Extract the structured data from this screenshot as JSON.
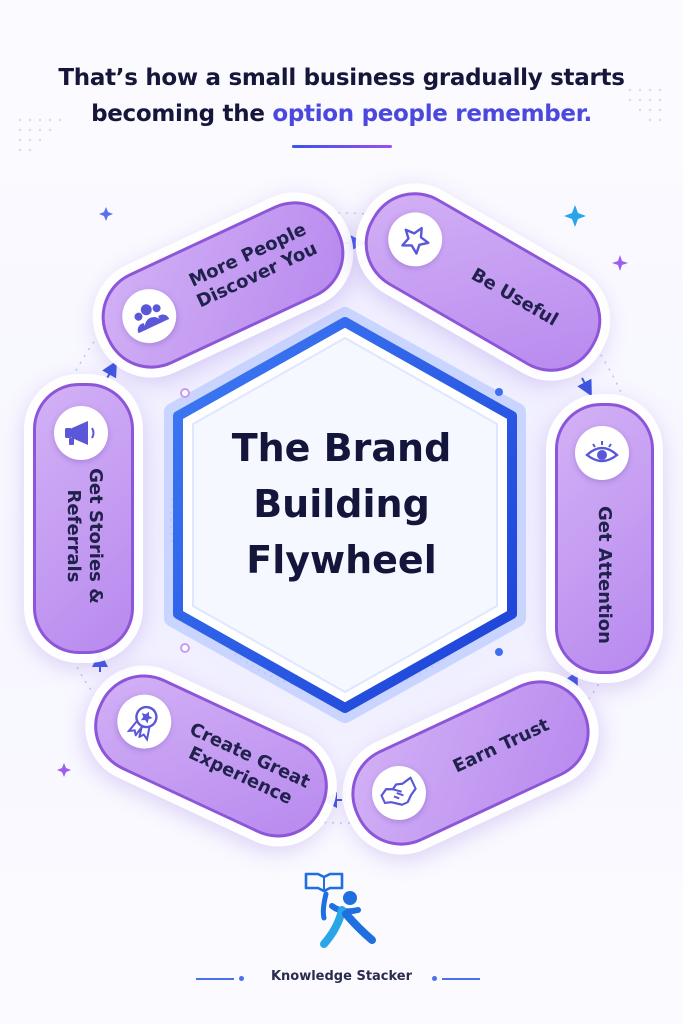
{
  "headline": {
    "line1": "That’s how a small business gradually starts",
    "line2_prefix": "becoming the ",
    "line2_accent": "option people remember."
  },
  "center_title": {
    "line1": "The Brand",
    "line2": "Building",
    "line3": "Flywheel"
  },
  "steps": [
    {
      "line1": "More People",
      "line2": "Discover You",
      "icon": "people-group-icon"
    },
    {
      "line1": "Be Useful",
      "icon": "star-icon"
    },
    {
      "line1": "Get Attention",
      "icon": "eye-icon"
    },
    {
      "line1": "Earn Trust",
      "icon": "handshake-icon"
    },
    {
      "line1": "Create Great",
      "line2": "Experience",
      "icon": "award-ribbon-icon"
    },
    {
      "line1": "Get Stories &",
      "line2": "Referrals",
      "icon": "megaphone-icon"
    }
  ],
  "footer": {
    "brand": "Knowledge Stacker",
    "logo": "person-with-book-logo"
  },
  "colors": {
    "pill_fill": "#c39bf2",
    "pill_border": "#8d56d8",
    "hexagon_border": "#2f5fe6",
    "accent_text": "#4b48e0",
    "text_dark": "#15163a"
  }
}
